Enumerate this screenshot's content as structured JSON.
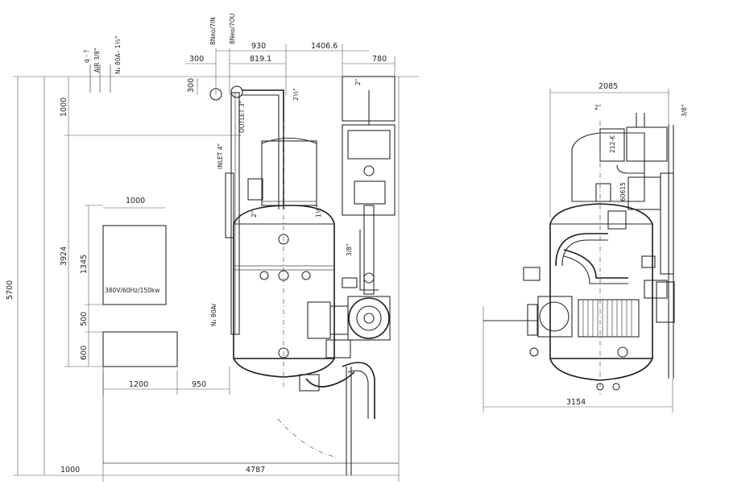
{
  "dimensions": {
    "total_height": "5700",
    "upper_height": "1000",
    "mid_height": "3924",
    "panel_height": "1345",
    "gap_500": "500",
    "lower_box_height": "600",
    "panel_width": "1000",
    "offset_1200": "1200",
    "offset_950": "950",
    "bottom_left_1000": "1000",
    "total_width": "4787",
    "top_300_h": "300",
    "top_300_v": "300",
    "top_930": "930",
    "top_819": "819.1",
    "top_1406": "1406.6",
    "top_780": "780",
    "side_width_top": "2085",
    "side_width_bottom": "3154"
  },
  "labels": {
    "power_panel": "380V/60Hz/150kw",
    "inlet": "INLET 4\"",
    "outlet": "OUTLET 3\"",
    "pipe_in": "8Neo/7IN",
    "pipe_out": "8Neo/7OU",
    "conn_1": "q - ?",
    "air": "AIR 3/8\"",
    "n2": "N₂ 80A– 1½\"",
    "n2_side": "N₂ 80Ar",
    "size_2": "2\"",
    "size_2b": "2\"",
    "size_2half": "2½\"",
    "size_1half": "1½\"",
    "size_38": "3/8\"",
    "side_2": "2\"",
    "side_38": "3/8\"",
    "side_212": "212-K",
    "side_6015": "60615"
  }
}
